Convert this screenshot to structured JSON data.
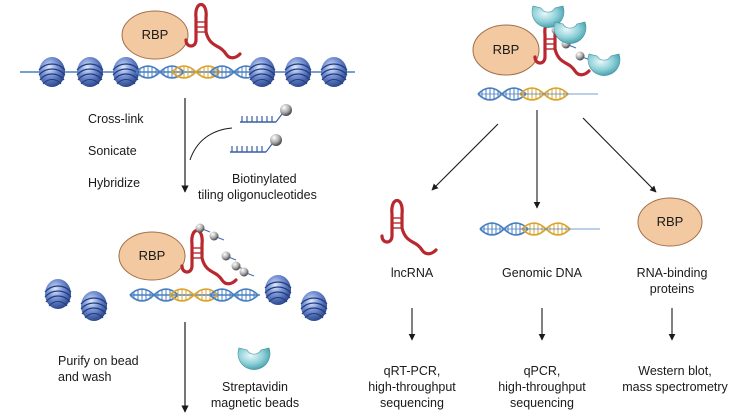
{
  "left_panel": {
    "rbp_top": "RBP",
    "steps": [
      "Cross-link",
      "Sonicate",
      "Hybridize"
    ],
    "probe_label": [
      "Biotinylated",
      "tiling oligonucleotides"
    ],
    "rbp_bottom": "RBP",
    "purify_label": [
      "Purify on bead",
      "and wash"
    ],
    "bead_label": [
      "Streptavidin",
      "magnetic beads"
    ]
  },
  "right_panel": {
    "rbp_top": "RBP",
    "targets": [
      {
        "name": "lncRNA",
        "method": [
          "qRT-PCR,",
          "high-throughput",
          "sequencing"
        ]
      },
      {
        "name": "Genomic DNA",
        "method": [
          "qPCR,",
          "high-throughput",
          "sequencing"
        ]
      },
      {
        "name": "RNA-binding",
        "name2": "proteins",
        "method": [
          "Western blot,",
          "mass spectrometry"
        ]
      }
    ],
    "rbp_protein": "RBP"
  },
  "colors": {
    "rbp_fill": "#f2c9a0",
    "rbp_stroke": "#a0704a",
    "lncrna": "#b8282e",
    "dna_strand": "#4a7fc0",
    "dna_highlight": "#d9a531",
    "nucleosome": "#5a78c8",
    "bead": "#7ec9d1"
  }
}
